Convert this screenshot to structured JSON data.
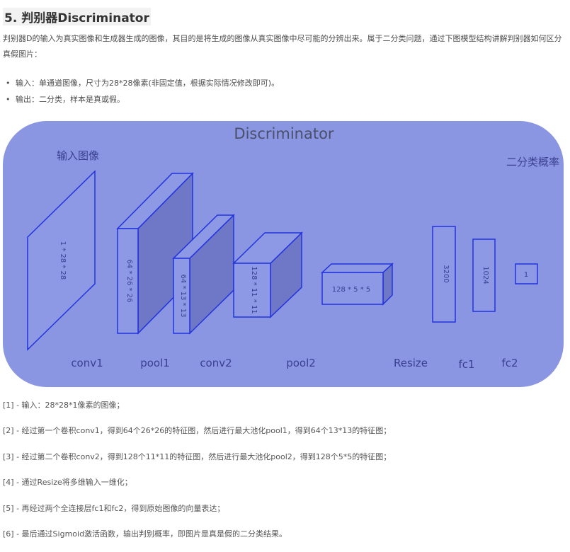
{
  "heading": "5. 判别器Discriminator",
  "intro": "判别器D的输入为真实图像和生成器生成的图像，其目的是将生成的图像从真实图像中尽可能的分辨出来。属于二分类问题，通过下图模型结构讲解判别器如何区分真假图片：",
  "bullets": [
    "输入：单通道图像，尺寸为28*28像素(非固定值，根据实际情况修改即可)。",
    "输出：二分类，样本是真或假。"
  ],
  "diagram": {
    "title": "Discriminator",
    "input_label": "输入图像",
    "output_label": "二分类概率",
    "blocks": {
      "input": "1 * 28 * 28",
      "conv1_out": "64 * 26 * 26",
      "pool1_out": "64 * 13 * 13",
      "conv2_out": "128 * 11 * 11",
      "pool2_out": "128 * 5 * 5",
      "resize_out": "3200",
      "fc1_out": "1024",
      "fc2_out": "1"
    },
    "stage_labels": {
      "conv1": "conv1",
      "pool1": "pool1",
      "conv2": "conv2",
      "pool2": "pool2",
      "resize": "Resize",
      "fc1": "fc1",
      "fc2": "fc2"
    },
    "colors": {
      "background": "#8a96e2",
      "outline": "#2233dd",
      "front_face": "#8d99e5",
      "side_face": "#6e78c6",
      "label_text": "#3a3f90"
    }
  },
  "notes": [
    "[1] - 输入：28*28*1像素的图像；",
    "[2] - 经过第一个卷积conv1，得到64个26*26的特征图，然后进行最大池化pool1，得到64个13*13的特征图；",
    "[3] - 经过第二个卷积conv2，得到128个11*11的特征图，然后进行最大池化pool2，得到128个5*5的特征图；",
    "[4] - 通过Resize将多维输入一维化；",
    "[5] - 再经过两个全连接层fc1和fc2，得到原始图像的向量表达；",
    "[6] - 最后通过Sigmoid激活函数，输出判别概率，即图片是真是假的二分类结果。"
  ]
}
